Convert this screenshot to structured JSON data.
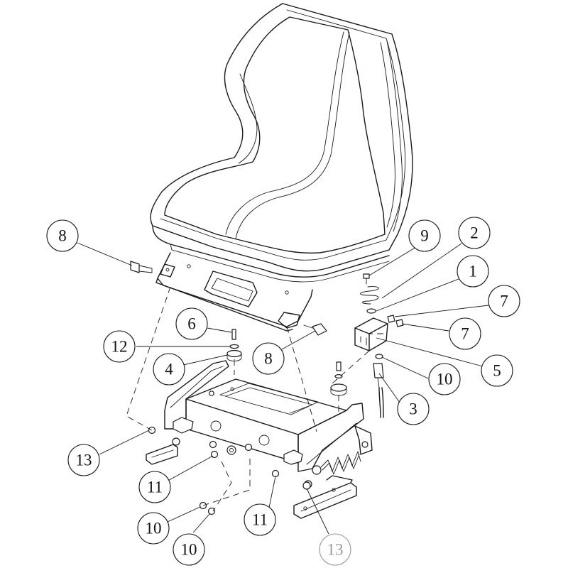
{
  "callouts": [
    {
      "id": "c8a",
      "label": "8"
    },
    {
      "id": "c9",
      "label": "9"
    },
    {
      "id": "c2",
      "label": "2"
    },
    {
      "id": "c1",
      "label": "1"
    },
    {
      "id": "c7a",
      "label": "7"
    },
    {
      "id": "c7b",
      "label": "7"
    },
    {
      "id": "c6",
      "label": "6"
    },
    {
      "id": "c12",
      "label": "12"
    },
    {
      "id": "c4",
      "label": "4"
    },
    {
      "id": "c8b",
      "label": "8"
    },
    {
      "id": "c5",
      "label": "5"
    },
    {
      "id": "c10a",
      "label": "10"
    },
    {
      "id": "c3",
      "label": "3"
    },
    {
      "id": "c13a",
      "label": "13"
    },
    {
      "id": "c11a",
      "label": "11"
    },
    {
      "id": "c11b",
      "label": "11"
    },
    {
      "id": "c10b",
      "label": "10"
    },
    {
      "id": "c10c",
      "label": "10"
    },
    {
      "id": "c13b",
      "label": "13"
    }
  ],
  "colors": {
    "line": "#1a1a1a",
    "muted": "#9a9a9a",
    "background": "#ffffff"
  }
}
